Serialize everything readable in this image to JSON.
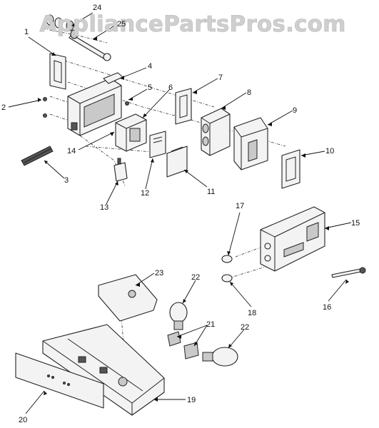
{
  "watermark": "AppliancePartsPros.com",
  "callouts": [
    "1",
    "2",
    "3",
    "4",
    "5",
    "6",
    "7",
    "8",
    "9",
    "10",
    "11",
    "12",
    "13",
    "14",
    "15",
    "16",
    "17",
    "18",
    "19",
    "20",
    "21",
    "22",
    "22",
    "23",
    "24",
    "25"
  ]
}
